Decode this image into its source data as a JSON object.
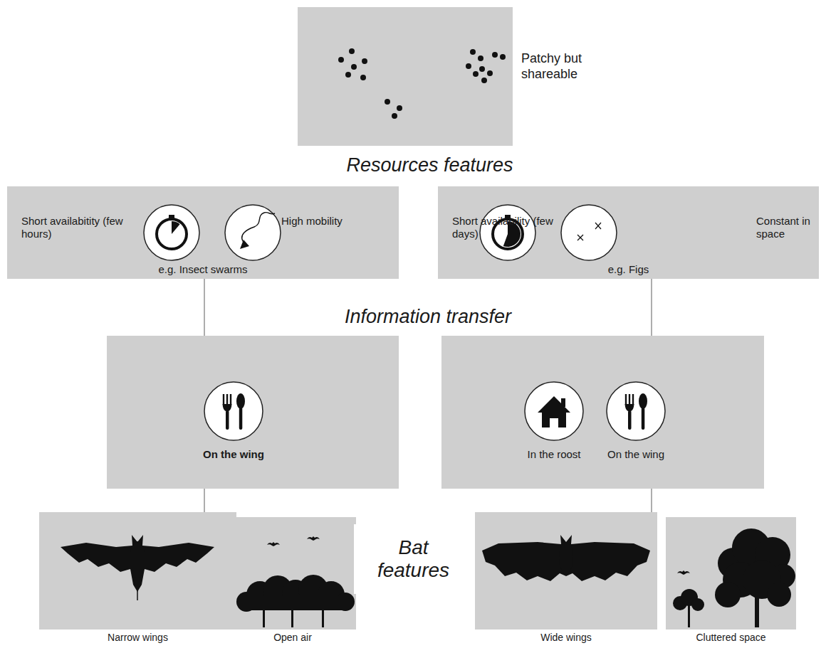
{
  "diagram": {
    "nodes": [
      {
        "text": [
          "Patchy but shareable"
        ]
      },
      {
        "text": [
          "Resources features"
        ]
      },
      {
        "text": [
          "Short availabitity (few hours)",
          "High mobility",
          "e.g. Insect swarms"
        ]
      },
      {
        "text": [
          "Short availability (few days)",
          "Constant in space",
          "e.g. Figs"
        ]
      },
      {
        "text": [
          "Information transfer"
        ]
      },
      {
        "text": [
          "On the wing"
        ]
      },
      {
        "text": [
          "In the roost",
          "On the wing"
        ]
      },
      {
        "text": [
          "Narrow wings"
        ]
      },
      {
        "text": [
          "Open air"
        ]
      },
      {
        "text": [
          "Bat features"
        ]
      },
      {
        "text": [
          "Wide wings"
        ]
      },
      {
        "text": [
          "Cluttered space"
        ]
      }
    ],
    "edges": [
      {
        "from": 2,
        "to": 5,
        "arrow": "none"
      },
      {
        "from": 3,
        "to": 6,
        "arrow": "none"
      },
      {
        "from": 5,
        "to": 7,
        "arrow": "none"
      },
      {
        "from": 6,
        "to": 10,
        "arrow": "none"
      }
    ]
  }
}
